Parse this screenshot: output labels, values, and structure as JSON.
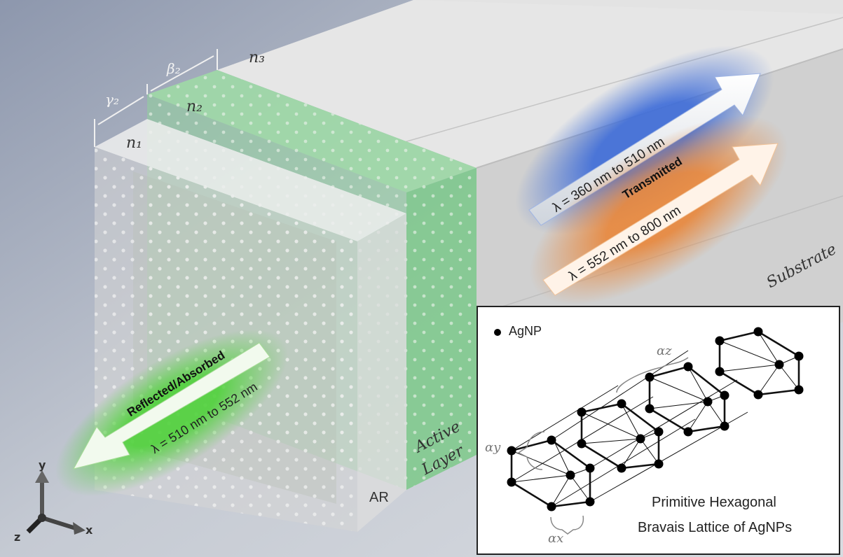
{
  "refractive": {
    "n1": "n₁",
    "n2": "n₂",
    "n3": "n₃"
  },
  "dims": {
    "gamma": "γ₂",
    "beta": "β₂"
  },
  "labels": {
    "substrate": "Substrate",
    "active_line1": "Active",
    "active_line2": "Layer",
    "ar": "AR",
    "transmitted": "Transmitted",
    "reflected": "Reflected/Absorbed"
  },
  "arrows": {
    "blue": "λ = 360 nm to 510 nm",
    "orange": "λ = 552 nm to 800 nm",
    "green": "λ = 510 nm to 552 nm"
  },
  "axes": {
    "x": "x",
    "y": "y",
    "z": "z"
  },
  "inset": {
    "legend": "AgNP",
    "alpha_z": "αz",
    "alpha_y": "αy",
    "alpha_x": "αx",
    "caption_line1": "Primitive Hexagonal",
    "caption_line2": "Bravais Lattice of AgNPs"
  },
  "colors": {
    "blue_arrow": "#7d9be0",
    "orange_arrow": "#f0b27a",
    "green_arrow": "#7ed46a",
    "active_layer": "#8fd19a",
    "substrate": "#dadada"
  }
}
